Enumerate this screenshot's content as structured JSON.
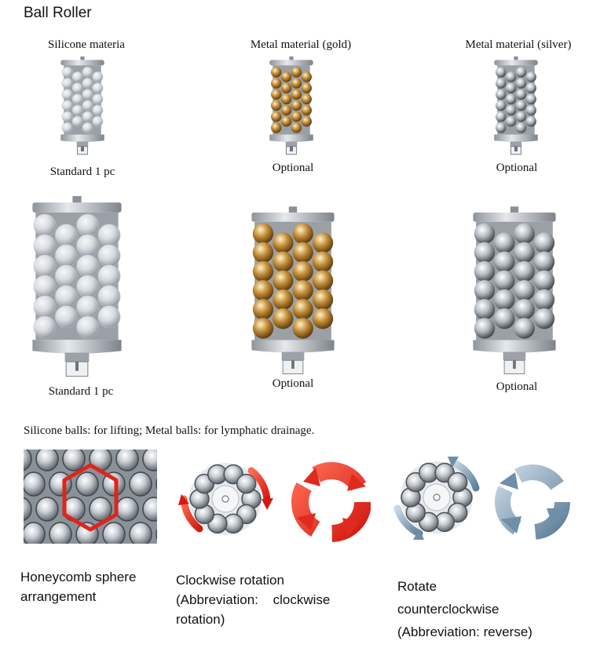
{
  "page": {
    "title": "Ball Roller"
  },
  "rollers_top": [
    {
      "label": "Silicone materia",
      "caption": "Standard 1 pc",
      "material": "silicone"
    },
    {
      "label": "Metal material (gold)",
      "caption": "Optional",
      "material": "gold"
    },
    {
      "label": "Metal material (silver)",
      "caption": "Optional",
      "material": "silver"
    }
  ],
  "rollers_large": [
    {
      "caption": "Standard 1 pc",
      "material": "silicone"
    },
    {
      "caption": "Optional",
      "material": "gold"
    },
    {
      "caption": "Optional",
      "material": "silver"
    }
  ],
  "note": "Silicone balls: for lifting; Metal balls: for lymphatic drainage.",
  "features": [
    {
      "caption_lines": [
        "Honeycomb sphere",
        "arrangement"
      ],
      "icon": "honeycomb-icon"
    },
    {
      "caption_lines": [
        "Clockwise rotation",
        "(Abbreviation: clockwise",
        "rotation)"
      ],
      "icon": "clockwise-rotation-icon",
      "accent": "#e03020"
    },
    {
      "caption_lines": [
        "Rotate",
        "counterclockwise",
        "(Abbreviation: reverse)"
      ],
      "icon": "counterclockwise-rotation-icon",
      "accent": "#6f8ea8"
    }
  ],
  "colors": {
    "silicone": "#dfe3e7",
    "gold": "#b8872f",
    "silver": "#9aa0a6",
    "red_arrow": "#e02a1e",
    "blue_arrow": "#6f8ea8",
    "frame": "#b9bcbf"
  }
}
